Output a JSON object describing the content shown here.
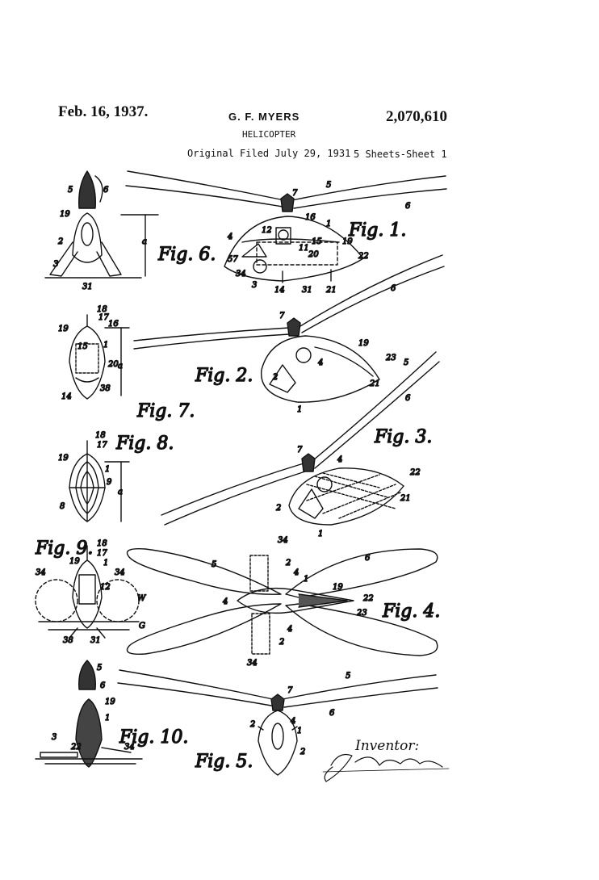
{
  "header": {
    "date": "Feb. 16, 1937.",
    "inventor": "G. F. MYERS",
    "patent_number": "2,070,610",
    "title": "HELICOPTER",
    "filed": "Original Filed July 29, 1931",
    "sheets": "5 Sheets-Sheet 1"
  },
  "figures": {
    "fig1": "Fig. 1.",
    "fig2": "Fig. 2.",
    "fig3": "Fig. 3.",
    "fig4": "Fig. 4.",
    "fig5": "Fig. 5.",
    "fig6": "Fig. 6.",
    "fig7": "Fig. 7.",
    "fig8": "Fig. 8.",
    "fig9": "Fig. 9.",
    "fig10": "Fig. 10."
  },
  "reference_numerals": {
    "n1": "1",
    "n2": "2",
    "n3": "3",
    "n4": "4",
    "n5": "5",
    "n6": "6",
    "n7": "7",
    "n8": "8",
    "n9": "9",
    "n11": "11",
    "n12": "12",
    "n14": "14",
    "n15": "15",
    "n16": "16",
    "n17": "17",
    "n18": "18",
    "n19": "19",
    "n20": "20",
    "n21": "21",
    "n22": "22",
    "n23": "23",
    "n31": "31",
    "n34": "34",
    "n38": "38",
    "a": "a",
    "W": "W",
    "G": "G"
  },
  "footer": {
    "inventor_label": "Inventor:",
    "signature": "George Francis Myers"
  }
}
